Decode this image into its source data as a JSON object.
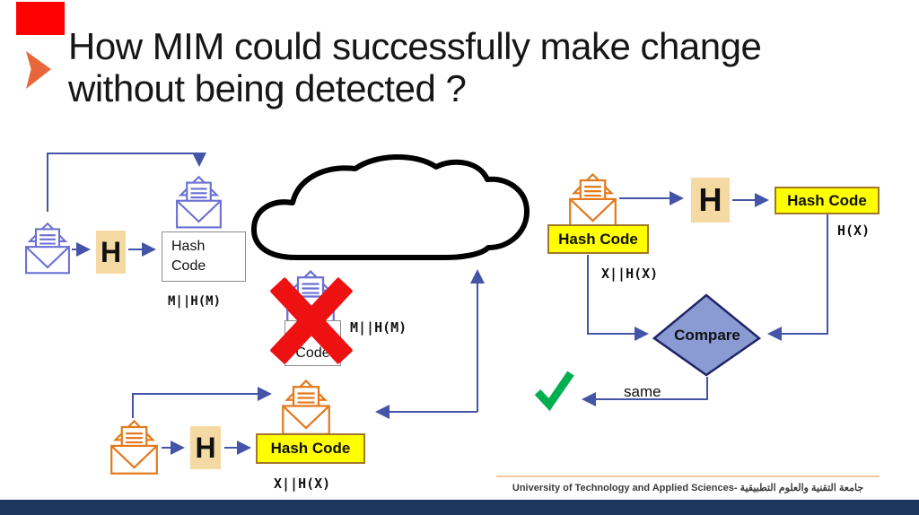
{
  "slide": {
    "title_line1": "How MIM could successfully make change",
    "title_line2": "without being detected ?",
    "footer": "University of Technology and Applied Sciences- جامعة التقنية والعلوم التطبيقية"
  },
  "labels": {
    "h": "H",
    "hash_word": "Hash",
    "code_word": "Code",
    "hash_code": "Hash Code",
    "m_concat": "M||H(M)",
    "x_concat": "X||H(X)",
    "h_of_x": "H(X)",
    "compare": "Compare",
    "same": "same"
  },
  "icons": {
    "envelope": "open-envelope-with-letter",
    "cloud": "network-cloud",
    "red_x": "rejected-cross",
    "check": "green-checkmark",
    "bullet": "title-bullet-arrow"
  },
  "colors": {
    "red_marker": "#fe0202",
    "bullet_orange": "#e8673a",
    "line_blue": "#4455a8",
    "envelope_blue": "#6b6fd4",
    "envelope_orange": "#e2791d",
    "hash_box_tan": "#f5d9a2",
    "hash_code_yellow": "#ffff00",
    "x_red": "#ee1111",
    "diamond_fill": "#8a9bd4",
    "diamond_border": "#1f2466",
    "check_green": "#00b050",
    "footer_bar_navy": "#1d3660",
    "footer_line_peach": "#f2c9a2"
  }
}
